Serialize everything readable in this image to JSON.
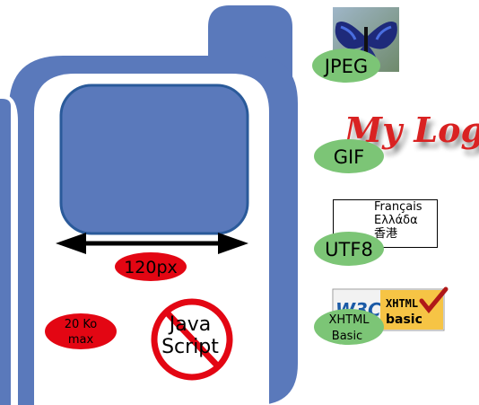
{
  "phone": {
    "width_label": "120px",
    "size_limit": {
      "line1": "20 Ko",
      "line2": "max"
    },
    "no_script": {
      "line1": "Java",
      "line2": "Script"
    }
  },
  "formats": [
    {
      "id": "jpeg",
      "label": "JPEG"
    },
    {
      "id": "gif",
      "label": "GIF",
      "logo_text": "My Logo"
    },
    {
      "id": "utf8",
      "label": "UTF8",
      "samples": [
        "Français",
        "Ελλάδα",
        "香港"
      ]
    },
    {
      "id": "xhtml",
      "label_line1": "XHTML",
      "label_line2": "Basic",
      "badge": {
        "left": "W3C",
        "right_line1": "XHTML",
        "right_line2": "basic"
      }
    }
  ],
  "colors": {
    "phone_blue": "#5a79bb",
    "screen_blue": "#5a79bb",
    "screen_border": "#2a5a9a",
    "red_badge": "#e30613",
    "green_ellipse": "#7cc576",
    "logo_red": "#d92121",
    "badge_yellow": "#f6c445"
  }
}
